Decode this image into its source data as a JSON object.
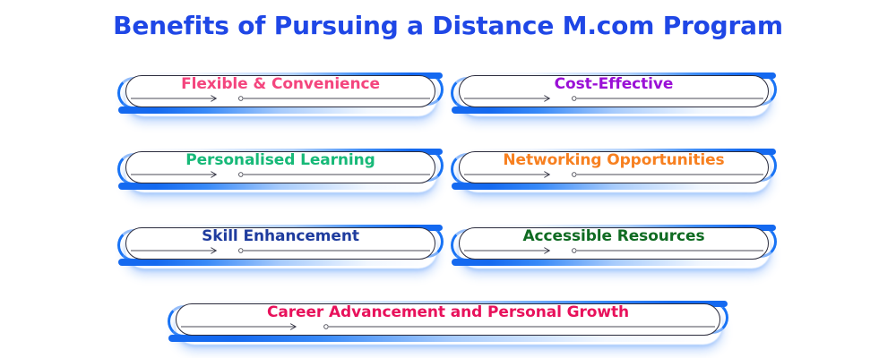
{
  "page": {
    "title": "Benefits of Pursuing a Distance M.com Program",
    "title_color": "#1f47e6",
    "background_color": "#ffffff",
    "accent_color": "#1873f5",
    "outline_color": "#2b2b3c"
  },
  "benefits": [
    {
      "label": "Flexible & Convenience",
      "color": "#f4457e"
    },
    {
      "label": "Cost-Effective",
      "color": "#9a10d6"
    },
    {
      "label": "Personalised Learning",
      "color": "#17b978"
    },
    {
      "label": "Networking Opportunities",
      "color": "#f78020"
    },
    {
      "label": "Skill Enhancement",
      "color": "#1f3c9e"
    },
    {
      "label": "Accessible Resources",
      "color": "#0f6b22"
    },
    {
      "label": "Career Advancement and Personal Growth",
      "color": "#e8115b"
    }
  ]
}
